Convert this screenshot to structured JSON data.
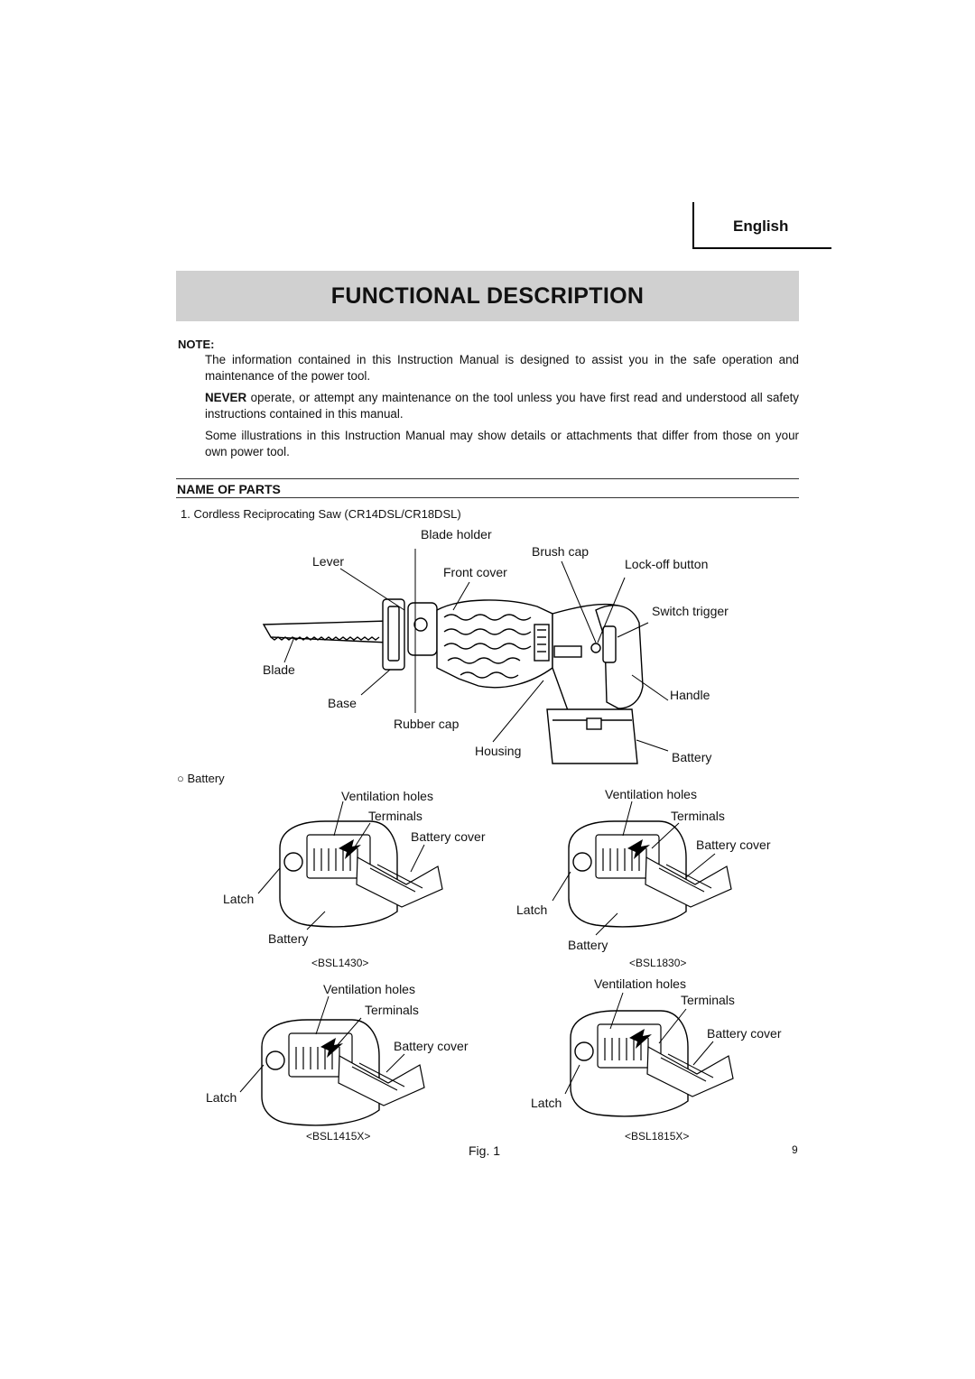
{
  "header": {
    "language": "English",
    "title": "FUNCTIONAL DESCRIPTION"
  },
  "note": {
    "label": "NOTE:",
    "paragraph1": "The information contained in this Instruction Manual is designed to assist you in the safe operation and maintenance of the power tool.",
    "paragraph2_bold": "NEVER",
    "paragraph2_rest": " operate, or attempt any maintenance on the tool unless you have first read and understood all safety instructions contained in this manual.",
    "paragraph3": "Some illustrations in this Instruction Manual may show details or attachments that differ from those on your own power tool."
  },
  "section": {
    "title": "NAME OF PARTS",
    "item1": "1.  Cordless Reciprocating Saw (CR14DSL/CR18DSL)"
  },
  "saw_labels": {
    "blade_holder": "Blade holder",
    "brush_cap": "Brush cap",
    "lever": "Lever",
    "front_cover": "Front cover",
    "lock_off_button": "Lock-off button",
    "switch_trigger": "Switch trigger",
    "blade": "Blade",
    "base": "Base",
    "handle": "Handle",
    "rubber_cap": "Rubber cap",
    "housing": "Housing",
    "battery": "Battery"
  },
  "battery_section": {
    "bullet": "○",
    "label": "Battery"
  },
  "batteries": [
    {
      "model": "<BSL1430>",
      "ventilation_holes": "Ventilation holes",
      "terminals": "Terminals",
      "battery_cover": "Battery cover",
      "latch": "Latch",
      "battery": "Battery"
    },
    {
      "model": "<BSL1830>",
      "ventilation_holes": "Ventilation holes",
      "terminals": "Terminals",
      "battery_cover": "Battery cover",
      "latch": "Latch",
      "battery": "Battery"
    },
    {
      "model": "<BSL1415X>",
      "ventilation_holes": "Ventilation holes",
      "terminals": "Terminals",
      "battery_cover": "Battery cover",
      "latch": "Latch"
    },
    {
      "model": "<BSL1815X>",
      "ventilation_holes": "Ventilation holes",
      "terminals": "Terminals",
      "battery_cover": "Battery cover",
      "latch": "Latch"
    }
  ],
  "footer": {
    "figure": "Fig. 1",
    "page_number": "9"
  }
}
